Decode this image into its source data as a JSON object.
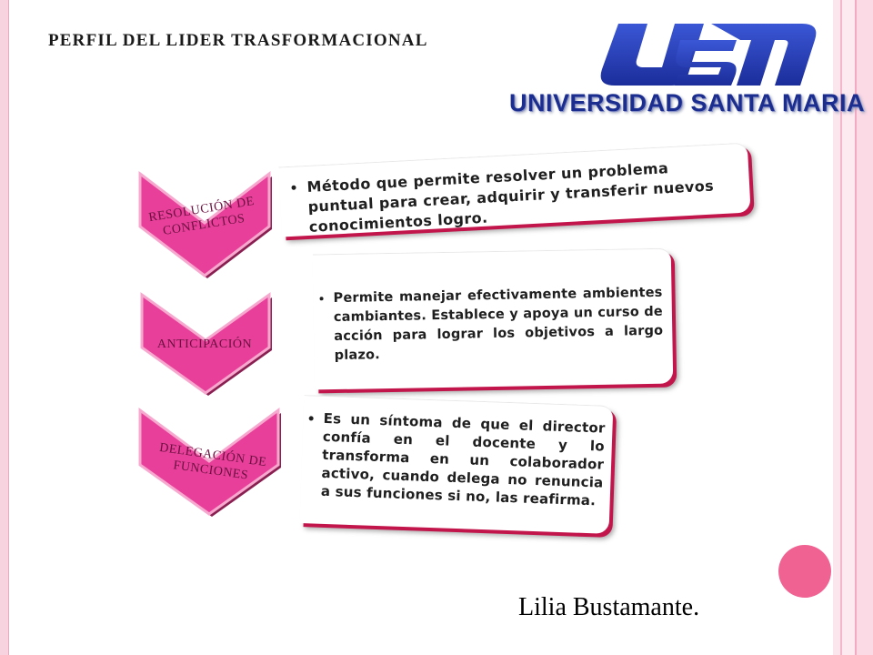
{
  "slide": {
    "title": "PERFIL DEL LIDER TRASFORMACIONAL",
    "logo": {
      "monogram": "USM",
      "text": "UNIVERSIDAD SANTA MARIA"
    },
    "accent_color": "#e8409a",
    "items": [
      {
        "label": "RESOLUCIÓN DE CONFLICTOS",
        "description": "Método que permite resolver un problema puntual para crear, adquirir y transferir nuevos conocimientos logro."
      },
      {
        "label": "ANTICIPACIÓN",
        "description": "Permite manejar efectivamente ambientes cambiantes. Establece y apoya un curso de acción para lograr los objetivos a largo plazo."
      },
      {
        "label": "DELEGACIÓN DE FUNCIONES",
        "description": "Es un síntoma de que el director confía en el docente y lo transforma en un colaborador activo, cuando delega no renuncia a sus funciones si no, las reafirma."
      }
    ],
    "author": "Lilia Bustamante."
  }
}
